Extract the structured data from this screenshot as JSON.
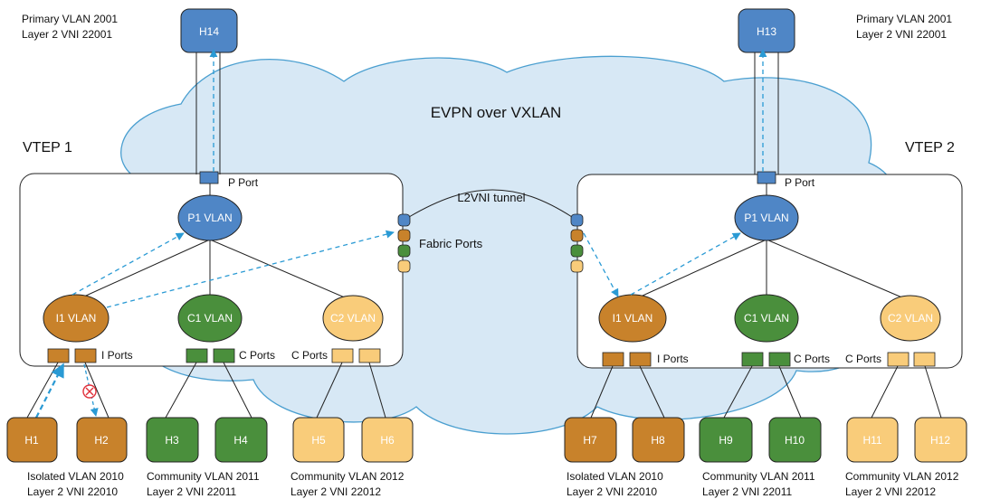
{
  "cloud_label": "EVPN over VXLAN",
  "tunnel_label": "L2VNI tunnel",
  "colors": {
    "primary": "#4f86c6",
    "isolated": "#c8822b",
    "community1": "#4a8f3c",
    "community2": "#f9cc7a",
    "cloud": "#d7e8f5",
    "arrow": "#2a9ad4",
    "block": "#e0303a"
  },
  "vtep1": {
    "name": "VTEP 1",
    "p_port_label": "P Port",
    "fabric_ports_label": "Fabric Ports",
    "i_ports_label": "I Ports",
    "c1_ports_label": "C Ports",
    "c2_ports_label": "C Ports",
    "p_vlan": "P1 VLAN",
    "i_vlan": "I1 VLAN",
    "c1_vlan": "C1 VLAN",
    "c2_vlan": "C2 VLAN",
    "top_host": "H14",
    "top_caption_1": "Primary VLAN 2001",
    "top_caption_2": "Layer 2 VNI 22001",
    "hosts": [
      "H1",
      "H2",
      "H3",
      "H4",
      "H5",
      "H6"
    ],
    "captions": [
      {
        "line1": "Isolated VLAN 2010",
        "line2": "Layer 2 VNI 22010"
      },
      {
        "line1": "Community VLAN 2011",
        "line2": "Layer 2 VNI 22011"
      },
      {
        "line1": "Community VLAN 2012",
        "line2": "Layer 2 VNI 22012"
      }
    ]
  },
  "vtep2": {
    "name": "VTEP 2",
    "p_port_label": "P Port",
    "i_ports_label": "I Ports",
    "c1_ports_label": "C Ports",
    "c2_ports_label": "C Ports",
    "p_vlan": "P1 VLAN",
    "i_vlan": "I1 VLAN",
    "c1_vlan": "C1 VLAN",
    "c2_vlan": "C2 VLAN",
    "top_host": "H13",
    "top_caption_1": "Primary VLAN 2001",
    "top_caption_2": "Layer 2 VNI 22001",
    "hosts": [
      "H7",
      "H8",
      "H9",
      "H10",
      "H11",
      "H12"
    ],
    "captions": [
      {
        "line1": "Isolated VLAN 2010",
        "line2": "Layer 2 VNI 22010"
      },
      {
        "line1": "Community VLAN 2011",
        "line2": "Layer 2 VNI 22011"
      },
      {
        "line1": "Community VLAN 2012",
        "line2": "Layer 2 VNI 22012"
      }
    ]
  }
}
